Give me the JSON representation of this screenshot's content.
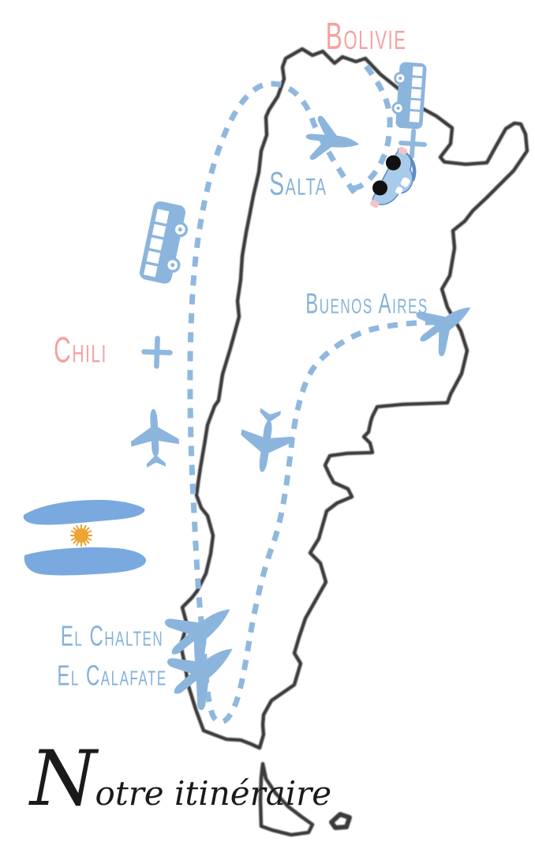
{
  "title": {
    "handwritten": "Notre itinéraire"
  },
  "labels": {
    "bolivie": "Bolivie",
    "chili": "Chili",
    "salta": "Salta",
    "buenos_aires": "Buenos Aires",
    "el_chalten": "El Chalten",
    "el_calafate": "El Calafate"
  },
  "icons": [
    {
      "name": "bus-icon",
      "location": "northeast, vertical near Bolivie"
    },
    {
      "name": "plus-icon",
      "location": "northeast under bus"
    },
    {
      "name": "car-icon",
      "location": "near Salta, tilted"
    },
    {
      "name": "jet-plane-icon",
      "location": "above Salta"
    },
    {
      "name": "bus-icon",
      "location": "west, tilted, above Chili"
    },
    {
      "name": "plus-icon",
      "location": "right of Chili"
    },
    {
      "name": "airliner-plane-icon",
      "location": "west, pointing up"
    },
    {
      "name": "airliner-plane-icon",
      "location": "center, pointing down"
    },
    {
      "name": "jet-plane-icon",
      "location": "Buenos Aires coast"
    },
    {
      "name": "jet-plane-icon",
      "location": "El Chalten"
    },
    {
      "name": "jet-plane-icon",
      "location": "El Calafate"
    },
    {
      "name": "argentina-flag-icon",
      "location": "west middle"
    },
    {
      "name": "dashed-route-line",
      "location": "loop across Argentina"
    },
    {
      "name": "argentina-map-outline",
      "location": "full page"
    }
  ],
  "colors": {
    "route_blue": "#8FB8DF",
    "icon_blue": "#8CB5DD",
    "label_blue": "#85B1DA",
    "label_pink": "#F5A1A0",
    "flag_blue": "#79A9DF",
    "sun_gold": "#EDA433",
    "car_body_blue": "#A9CBEA",
    "car_accent_pink": "#F6C2CC",
    "outline_dark": "#3A3A3A",
    "script_black": "#1A1A1A"
  }
}
